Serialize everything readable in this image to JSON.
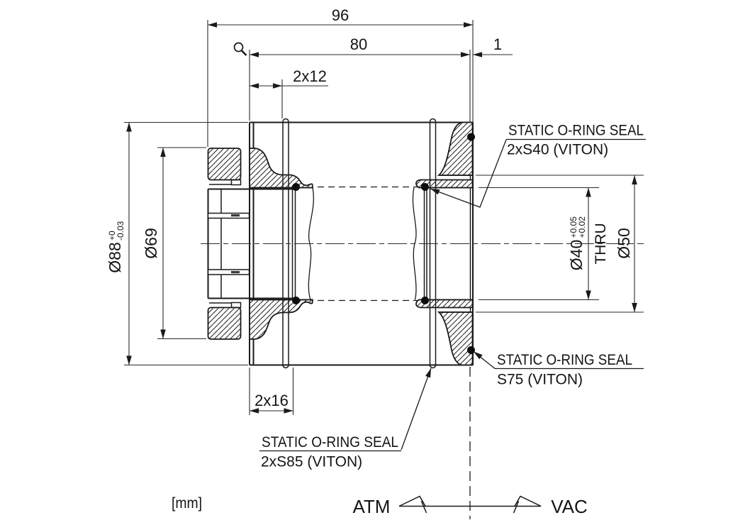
{
  "drawing": {
    "title_hint": "O-ring sealed feedthrough cross-section",
    "units_note": "[mm]",
    "colors": {
      "line": "#1a1a1a",
      "background": "#ffffff"
    },
    "dimensions": {
      "overall_length": "96",
      "body_length": "80",
      "lip": "1",
      "hole_top": "2x12",
      "hole_bottom": "2x16",
      "outer_diameter": {
        "value": "Ø88",
        "tol_upper": "+0",
        "tol_lower": "-0.03"
      },
      "plug_diameter": "Ø69",
      "bore": {
        "value": "Ø40",
        "tol_upper": "+0.05",
        "tol_lower": "+0.02",
        "note": "THRU"
      },
      "counterbore_diameter": "Ø50"
    },
    "seals": {
      "s40": {
        "line1": "STATIC O-RING SEAL",
        "line2": "2xS40 (VITON)"
      },
      "s75": {
        "line1": "STATIC O-RING SEAL",
        "line2": "S75 (VITON)"
      },
      "s85": {
        "line1": "STATIC O-RING SEAL",
        "line2": "2xS85 (VITON)"
      }
    },
    "flow": {
      "left": "ATM",
      "right": "VAC"
    },
    "icons": {
      "detail_magnifier": "magnifier"
    }
  }
}
